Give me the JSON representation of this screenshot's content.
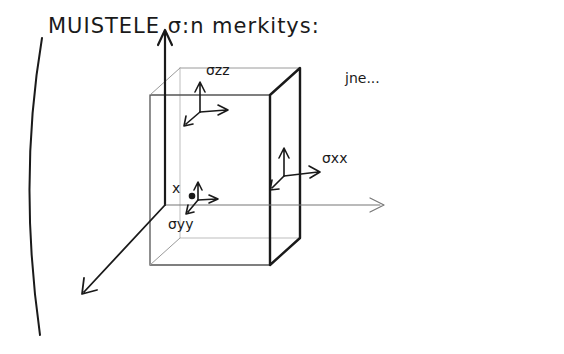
{
  "diagram": {
    "title": "MUISTELE σ:n merkitys:",
    "labels": [
      "σzz",
      "σxx",
      "σyy",
      "x",
      "jne..."
    ]
  }
}
